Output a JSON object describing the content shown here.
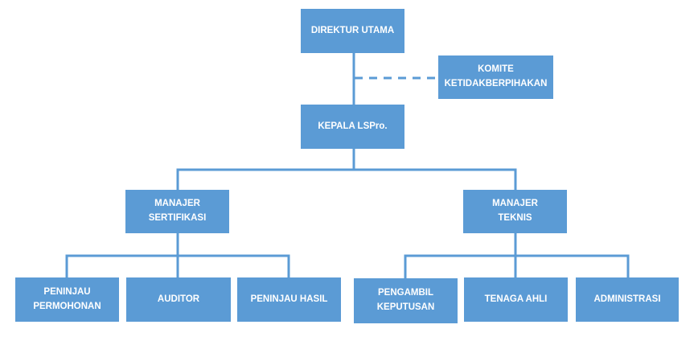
{
  "colors": {
    "box": "#5b9bd5",
    "line": "#5b9bd5",
    "text": "#ffffff"
  },
  "nodes": {
    "direktur": "DIREKTUR UTAMA",
    "komite": "KOMITE\nKETIDAKBERPIHAKAN",
    "kepala": "KEPALA LSPro.",
    "manajer_sertifikasi": "MANAJER\nSERTIFIKASI",
    "manajer_teknis": "MANAJER\nTEKNIS",
    "peninjau_permohonan": "PENINJAU\nPERMOHONAN",
    "auditor": "AUDITOR",
    "peninjau_hasil": "PENINJAU HASIL",
    "pengambil_keputusan": "PENGAMBIL\nKEPUTUSAN",
    "tenaga_ahli": "TENAGA AHLI",
    "administrasi": "ADMINISTRASI"
  }
}
